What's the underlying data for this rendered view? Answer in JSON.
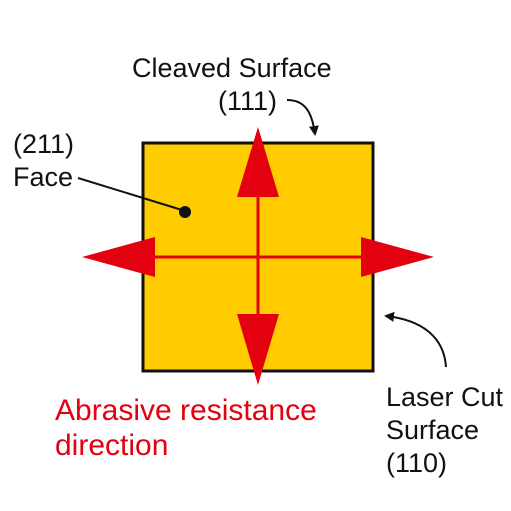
{
  "labels": {
    "cleaved_surface": "Cleaved Surface",
    "cleaved_index": "(111)",
    "face_index": "(211)",
    "face": "Face",
    "laser_line1": "Laser Cut",
    "laser_line2": "Surface",
    "laser_index": "(110)",
    "abrasive_line1": "Abrasive resistance",
    "abrasive_line2": "direction"
  },
  "colors": {
    "crystal_fill": "#ffcc00",
    "outline": "#111111",
    "arrow": "#e3000f",
    "abrasive_text": "#e3000f"
  },
  "icons": {
    "arrows": "red-four-way-arrow",
    "face_marker": "black-dot",
    "callouts": "curved-pointer-arrow"
  }
}
